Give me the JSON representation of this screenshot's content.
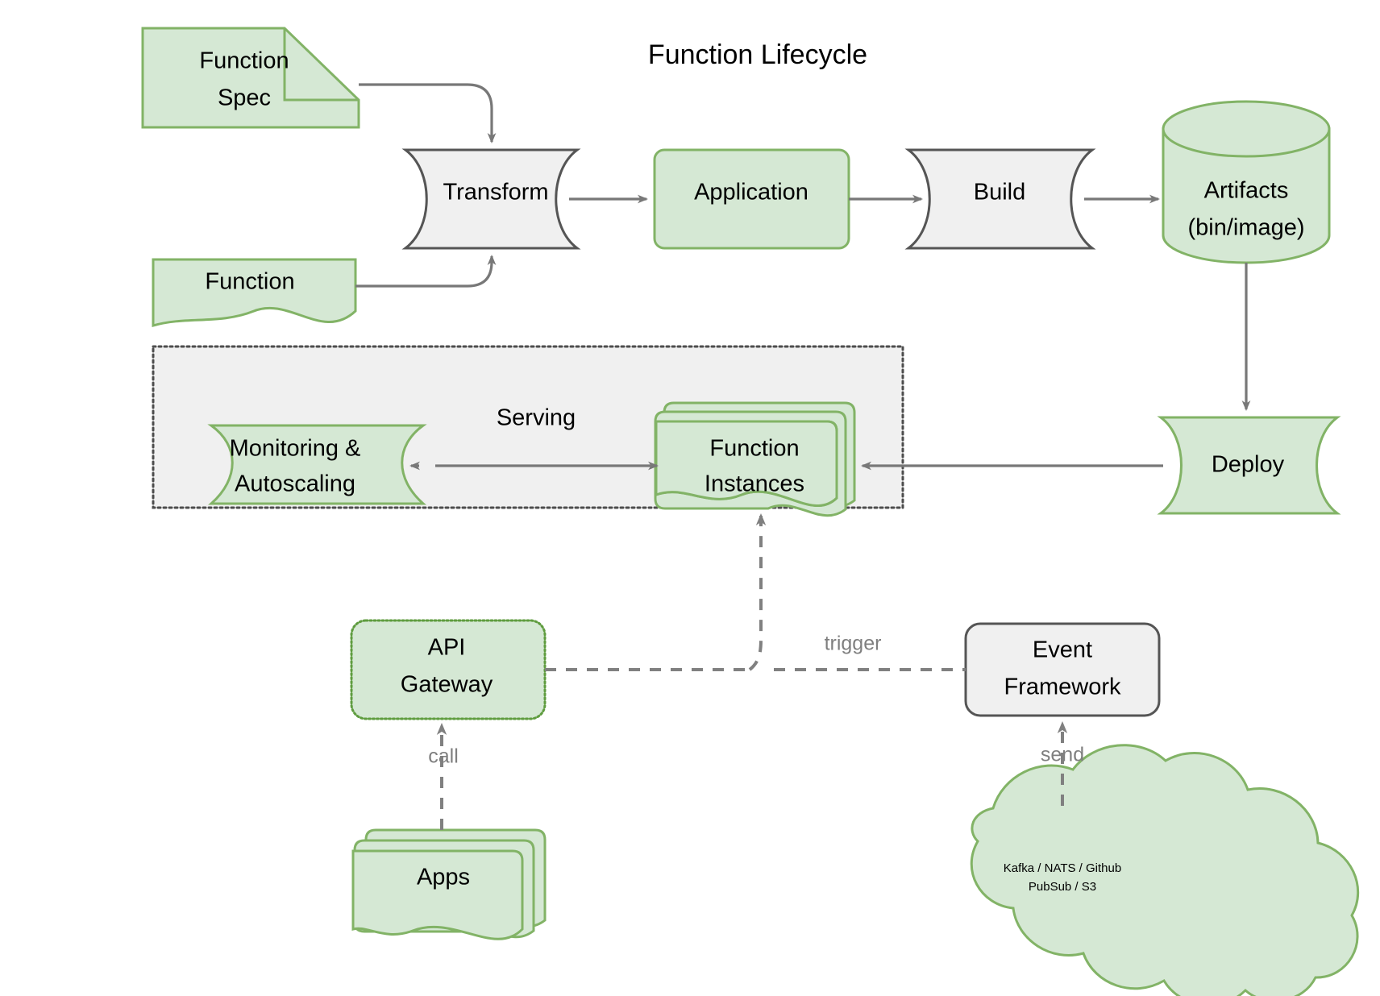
{
  "diagram": {
    "title": "Function Lifecycle",
    "colors": {
      "green_fill": "#d5e8d4",
      "green_stroke": "#82b366",
      "grey_fill": "#f0f0f0",
      "grey_stroke": "#555555",
      "edge": "#787878",
      "edge_label": "#7f7f7f",
      "container_fill": "#f0f0f0",
      "container_stroke": "#4d4d4d"
    },
    "nodes": {
      "function_spec": {
        "label_line1": "Function",
        "label_line2": "Spec",
        "shape": "document-folded-corner",
        "style": "green"
      },
      "function": {
        "label": "Function",
        "shape": "document-wavy",
        "style": "green"
      },
      "transform": {
        "label": "Transform",
        "shape": "process-tape",
        "style": "grey"
      },
      "application": {
        "label": "Application",
        "shape": "rounded-rect",
        "style": "green"
      },
      "build": {
        "label": "Build",
        "shape": "process-tape",
        "style": "grey"
      },
      "artifacts": {
        "label_line1": "Artifacts",
        "label_line2": "(bin/image)",
        "shape": "cylinder",
        "style": "green"
      },
      "deploy": {
        "label": "Deploy",
        "shape": "process-tape",
        "style": "green"
      },
      "serving": {
        "label": "Serving",
        "shape": "dotted-container"
      },
      "monitoring": {
        "label_line1": "Monitoring &",
        "label_line2": "Autoscaling",
        "shape": "process-tape",
        "style": "green"
      },
      "function_instances": {
        "label_line1": "Function",
        "label_line2": "Instances",
        "shape": "stacked-document-wavy",
        "style": "green"
      },
      "api_gateway": {
        "label_line1": "API",
        "label_line2": "Gateway",
        "shape": "rounded-rect-dotted",
        "style": "green"
      },
      "event_framework": {
        "label_line1": "Event",
        "label_line2": "Framework",
        "shape": "rounded-rect",
        "style": "grey"
      },
      "apps": {
        "label": "Apps",
        "shape": "stacked-document-wavy",
        "style": "green"
      },
      "event_sources_cloud": {
        "label_line1": "Kafka / NATS / Github",
        "label_line2": "PubSub / S3",
        "shape": "cloud",
        "style": "green"
      }
    },
    "edge_labels": {
      "trigger": "trigger",
      "call": "call",
      "send": "send"
    }
  }
}
